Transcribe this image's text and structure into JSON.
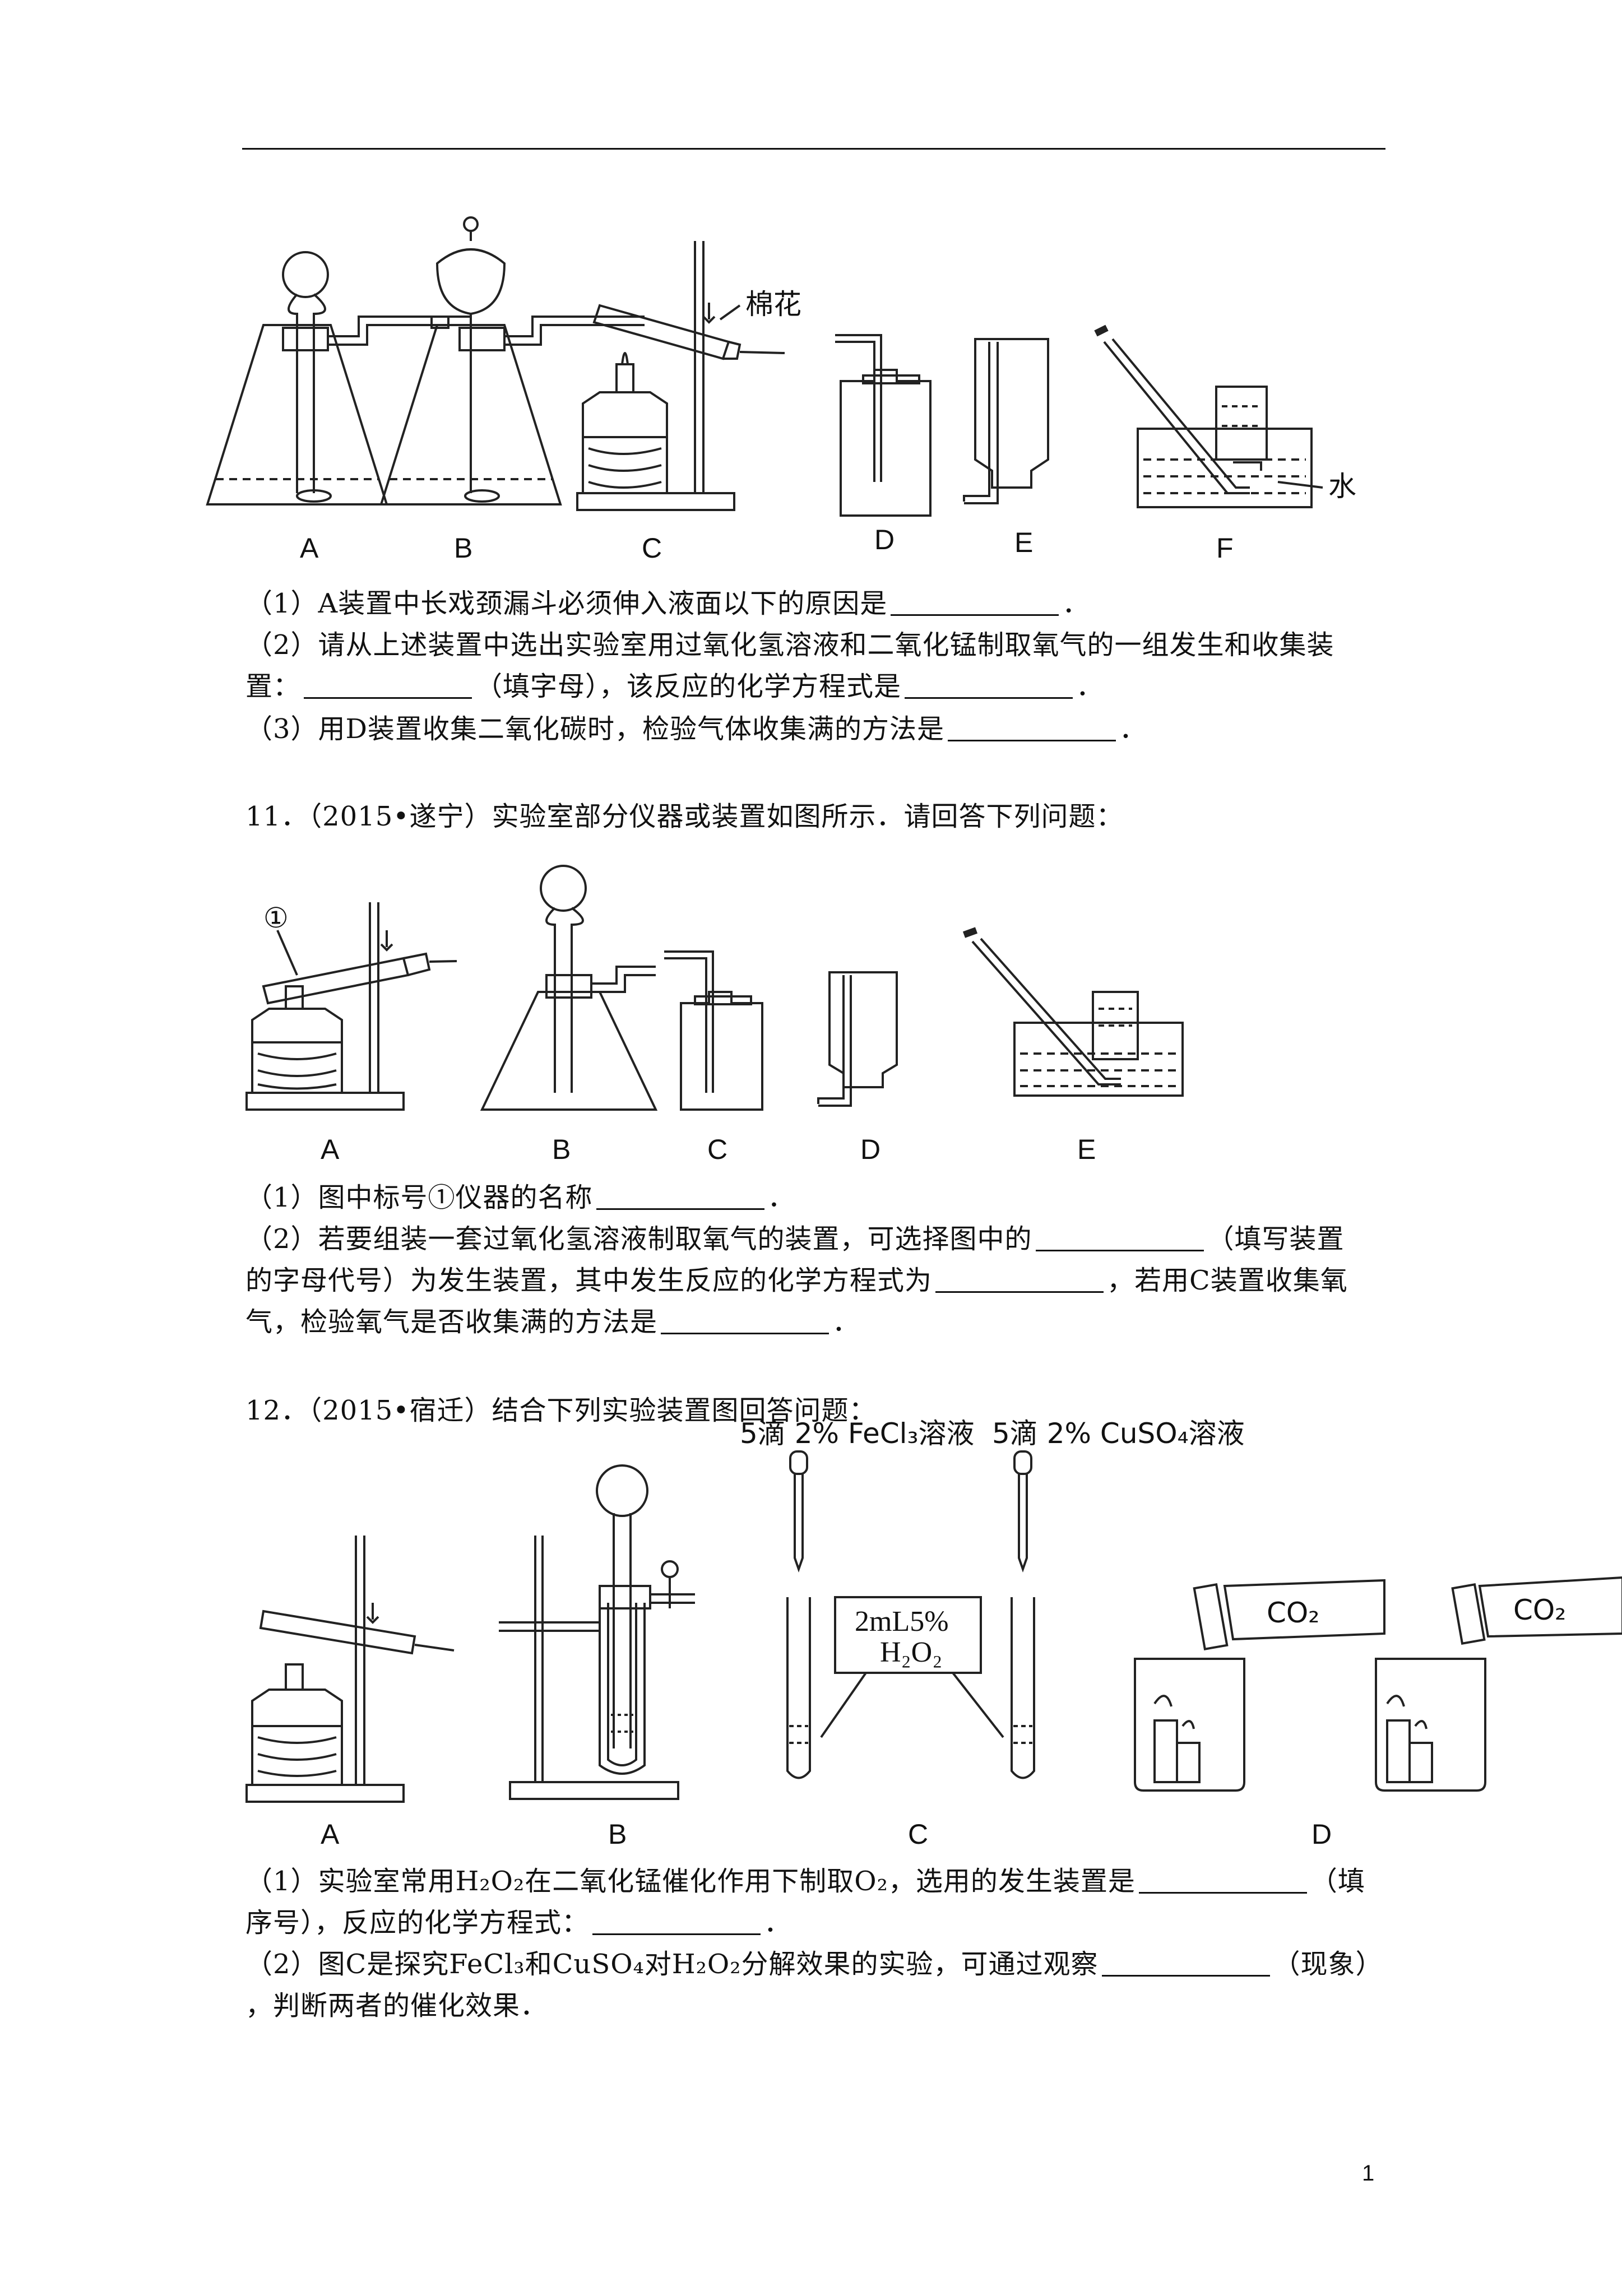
{
  "figure1": {
    "labels": [
      "A",
      "B",
      "C",
      "D",
      "E",
      "F"
    ],
    "cotton": "棉花",
    "water": "水"
  },
  "q10": {
    "line1_pre": "（1）A装置中长戏颈漏斗必须伸入液面以下的原因是",
    "line1_post": "．",
    "line2": "（2）请从上述装置中选出实验室用过氧化氢溶液和二氧化锰制取氧气的一组发生和收集装",
    "line3_pre": "置：",
    "line3_mid": "（填字母），该反应的化学方程式是",
    "line3_post": "．",
    "line4_pre": "（3）用D装置收集二氧化碳时，检验气体收集满的方法是",
    "line4_post": "．"
  },
  "q11": {
    "title": "11．（2015•遂宁）实验室部分仪器或装置如图所示．请回答下列问题：",
    "marker": "①",
    "labels": [
      "A",
      "B",
      "C",
      "D",
      "E"
    ],
    "line1_pre": "（1）图中标号①仪器的名称",
    "line1_post": "．",
    "line2_pre": "（2）若要组装一套过氧化氢溶液制取氧气的装置，可选择图中的",
    "line2_post": "（填写装置",
    "line3_pre": "的字母代号）为发生装置，其中发生反应的化学方程式为",
    "line3_post": "，若用C装置收集氧",
    "line4_pre": "气，检验氧气是否收集满的方法是",
    "line4_post": "．"
  },
  "q12": {
    "title": "12．（2015•宿迁）结合下列实验装置图回答问题：",
    "reagent1": "5滴 2% FeCl₃溶液",
    "reagent2": "5滴 2% CuSO₄溶液",
    "box_line1": "2mL5%",
    "box_line2": "H₂O₂",
    "co2": "CO₂",
    "labels": [
      "A",
      "B",
      "C",
      "D"
    ],
    "line1_pre": "（1）实验室常用H₂O₂在二氧化锰催化作用下制取O₂，选用的发生装置是",
    "line1_post": "（填",
    "line2_pre": "序号），反应的化学方程式：",
    "line2_post": "．",
    "line3_pre": "（2）图C是探究FeCl₃和CuSO₄对H₂O₂分解效果的实验，可通过观察",
    "line3_post": "（现象）",
    "line4": "，判断两者的催化效果．"
  },
  "page_number": "1"
}
